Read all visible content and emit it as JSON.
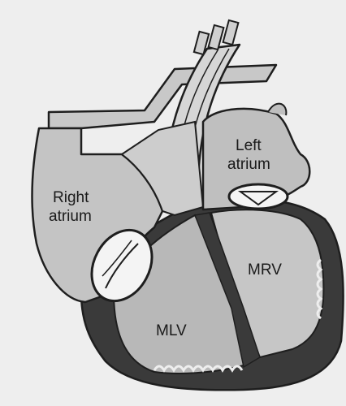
{
  "labels": {
    "left_atrium_line1": "Left",
    "left_atrium_line2": "atrium",
    "right_atrium_line1": "Right",
    "right_atrium_line2": "atrium",
    "mrv": "MRV",
    "mlv": "MLV"
  },
  "colors": {
    "background": "#eeeeee",
    "chamber_fill": "#bdbdbd",
    "chamber_light": "#cfcfcf",
    "myocardium": "#3a3a3a",
    "outline": "#1e1e1e",
    "valve_fill": "#f4f4f4"
  }
}
